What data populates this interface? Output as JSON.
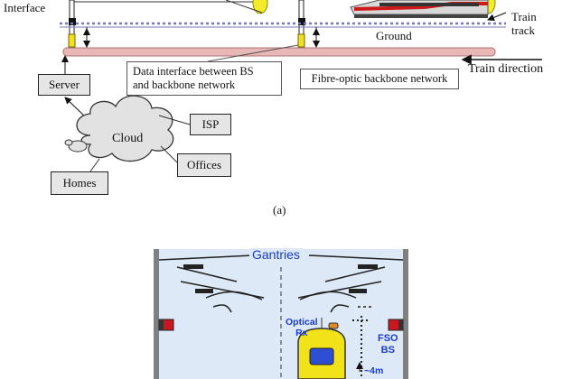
{
  "panel_a": {
    "interface_label": "Interface",
    "train_track_label_line1": "Train",
    "train_track_label_line2": "track",
    "ground_label": "Ground",
    "data_interface_note_line1": "Data interface between BS",
    "data_interface_note_line2": "and backbone network",
    "fibre_label": "Fibre-optic backbone network",
    "train_direction_label": "Train direction",
    "server_label": "Server",
    "isp_label": "ISP",
    "cloud_label": "Cloud",
    "offices_label": "Offices",
    "homes_label": "Homes",
    "caption": "(a)"
  },
  "panel_b": {
    "gantries_label": "Gantries",
    "optical_rx_line1": "Optical",
    "optical_rx_line2": "Rx",
    "fso_bs_line1": "FSO",
    "fso_bs_line2": "BS",
    "height_label": "~4m"
  },
  "colors": {
    "box_fill": "#e6e6e6",
    "fibre_pink": "#e8b7b7",
    "panel_b_bg": "#dde9f7",
    "train_yellow": "#f2e21a",
    "train_window_blue": "#2e4fd3",
    "label_blue": "#1a3ccc",
    "emitter_red": "#c8171e"
  },
  "icons": [
    "cloud-icon",
    "train-icon",
    "gantry-wire-icon",
    "fso-emitter-icon"
  ]
}
